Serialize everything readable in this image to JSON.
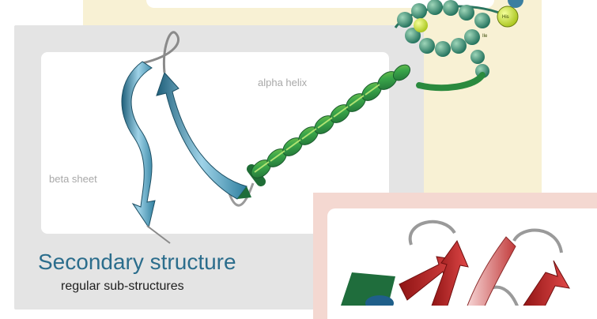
{
  "labels": {
    "alpha_helix": "alpha helix",
    "beta_sheet": "beta sheet"
  },
  "secondary_structure": {
    "title": "Secondary structure",
    "subtitle": "regular sub-structures"
  },
  "chain_bead_labels": [
    "His",
    "Ile"
  ],
  "colors": {
    "primary_panel": "#f8f1d4",
    "secondary_panel": "#e4e4e4",
    "tertiary_panel": "#f4d8d1",
    "beta_strand": "#2f7f9f",
    "alpha_helix": "#2e8f3c",
    "red_strand": "#c62828",
    "title_blue": "#2b6d8c"
  }
}
